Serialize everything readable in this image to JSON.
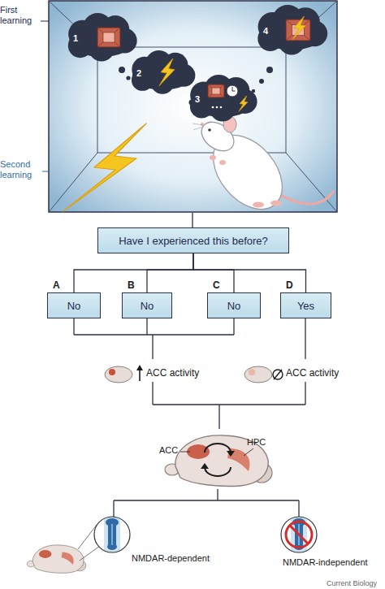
{
  "diagram": {
    "nodes": [
      {
        "text": [
          "1"
        ]
      },
      {
        "text": [
          "2"
        ]
      },
      {
        "text": [
          "3"
        ]
      },
      {
        "text": [
          "4"
        ]
      },
      {
        "text": [
          "Have I experienced this before?"
        ]
      },
      {
        "text": [
          "A",
          "No"
        ]
      },
      {
        "text": [
          "B",
          "No"
        ]
      },
      {
        "text": [
          "C",
          "No"
        ]
      },
      {
        "text": [
          "D",
          "Yes"
        ]
      }
    ],
    "edges": [
      {
        "from": 4,
        "to": 5,
        "arrow": "none"
      },
      {
        "from": 4,
        "to": 6,
        "arrow": "none"
      },
      {
        "from": 4,
        "to": 7,
        "arrow": "none"
      },
      {
        "from": 4,
        "to": 8,
        "arrow": "none"
      }
    ],
    "labels": [
      "First learning",
      "Second learning",
      "ACC activity",
      "ACC activity",
      "ACC",
      "HPC",
      "NMDAR-dependent",
      "NMDAR-independent",
      "Current Biology"
    ]
  }
}
